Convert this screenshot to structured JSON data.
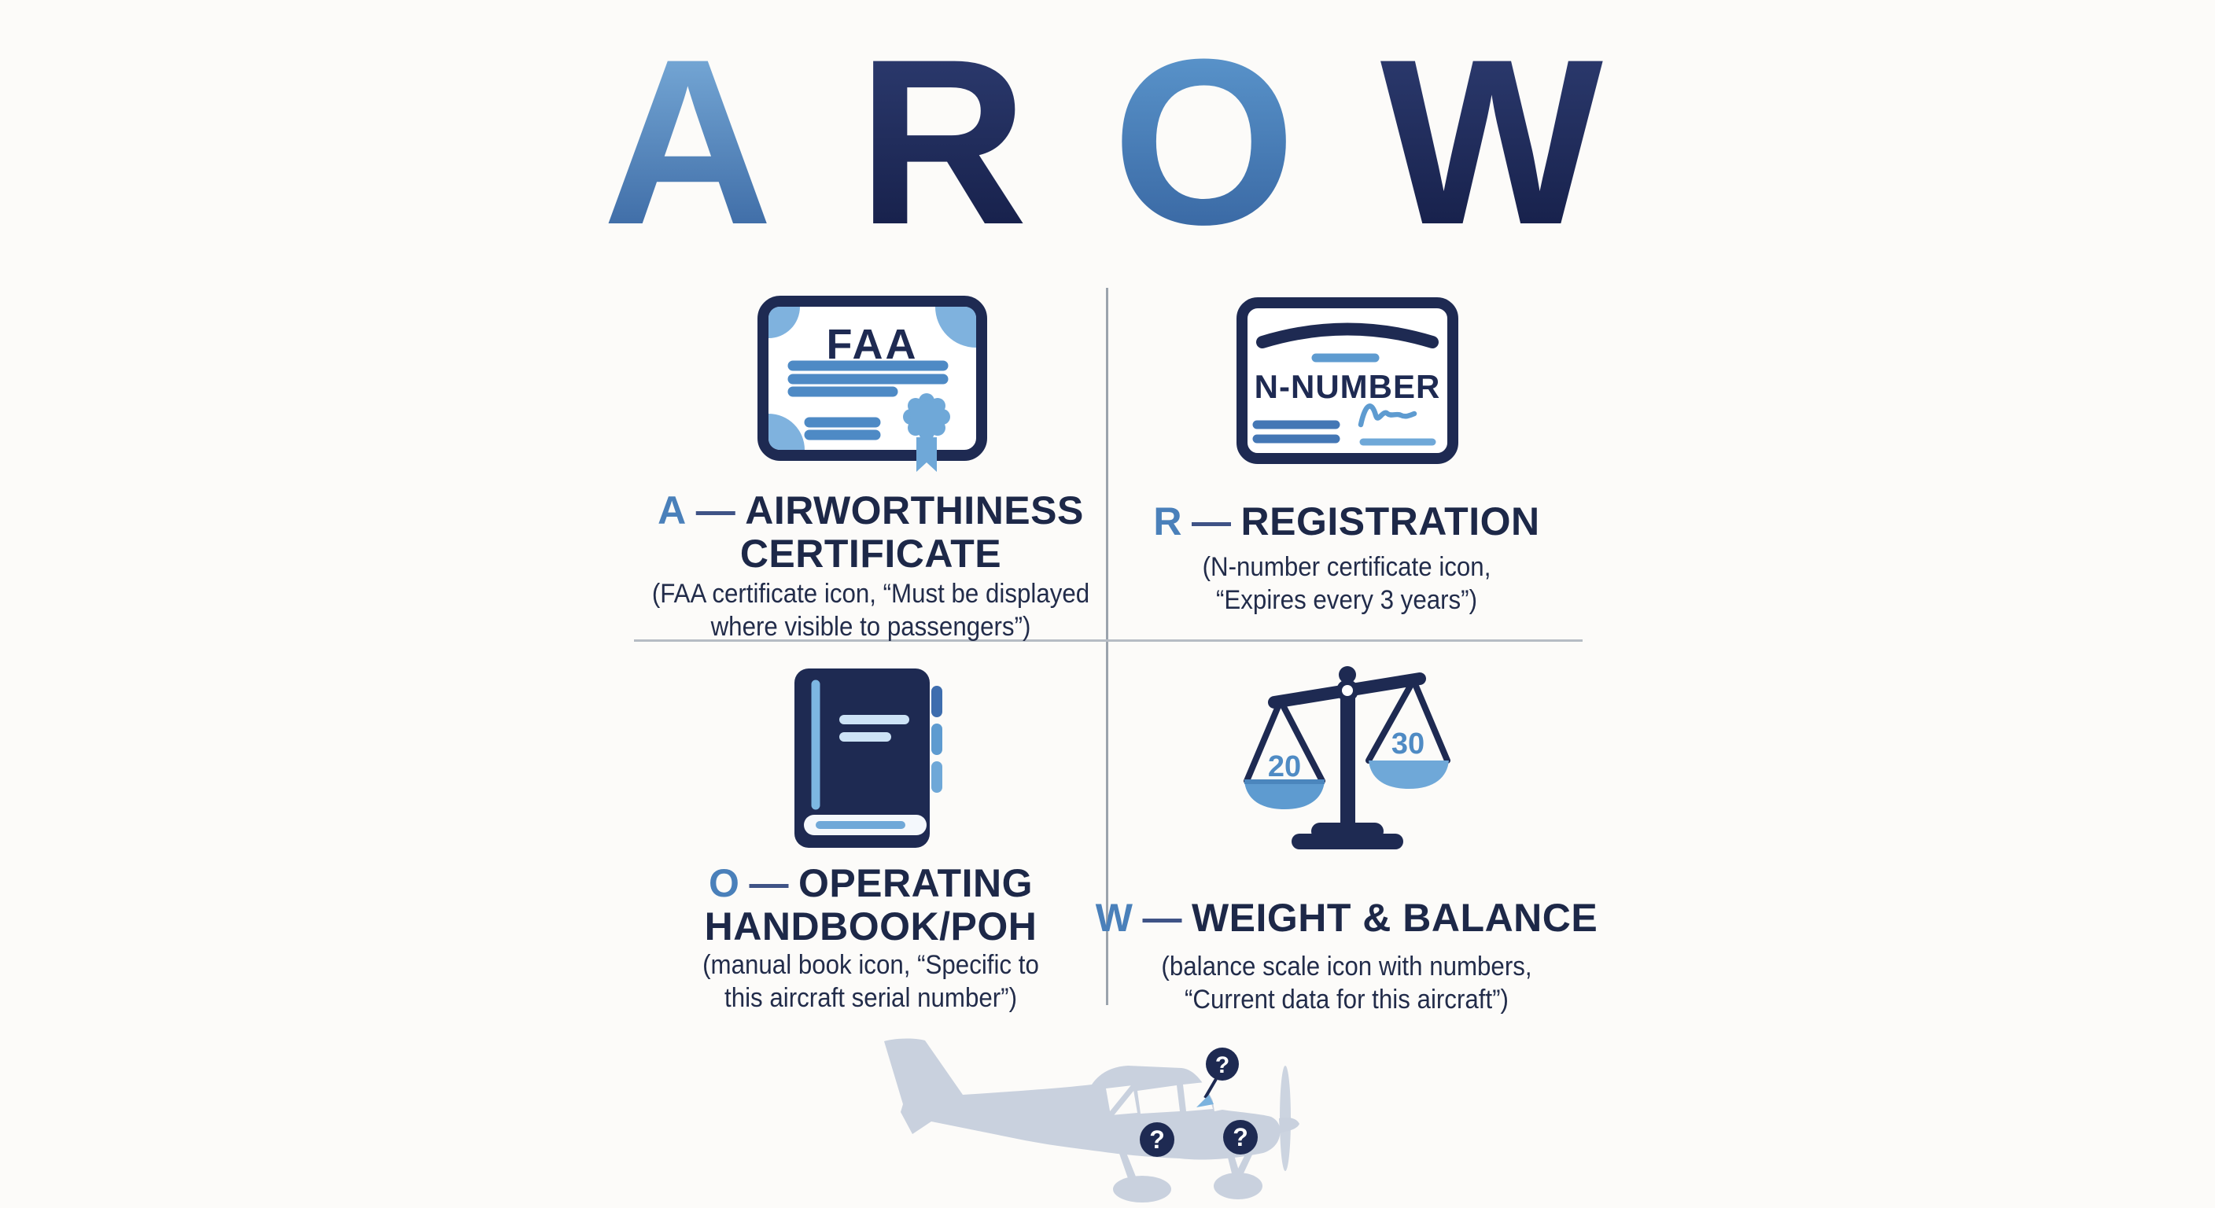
{
  "page": {
    "background": "#fcfbf9"
  },
  "title": {
    "word": "AROW",
    "letters": [
      {
        "char": "A"
      },
      {
        "char": "R"
      },
      {
        "char": "O"
      },
      {
        "char": "W"
      }
    ]
  },
  "quadrants": [
    {
      "letter": "A",
      "dash": "—",
      "title_rest": "AIRWORTHINESS",
      "title_line2": "CERTIFICATE",
      "sub_line1": "(FAA certificate icon, “Must be displayed",
      "sub_line2": "where visible to passengers”)",
      "icon": "faa-certificate-icon",
      "icon_text": "FAA"
    },
    {
      "letter": "R",
      "dash": "—",
      "title_rest": "REGISTRATION",
      "sub_line1": "(N-number certificate icon,",
      "sub_line2": "“Expires every 3 years”)",
      "icon": "n-number-certificate-icon",
      "icon_text": "N-NUMBER"
    },
    {
      "letter": "O",
      "dash": "—",
      "title_rest": "OPERATING",
      "title_line2": "HANDBOOK/POH",
      "sub_line1": "(manual book icon, “Specific to",
      "sub_line2": "this aircraft serial number”)",
      "icon": "manual-book-icon"
    },
    {
      "letter": "W",
      "dash": "—",
      "title_rest": "WEIGHT & BALANCE",
      "sub_line1": "(balance scale icon with numbers,",
      "sub_line2": "“Current data for this aircraft”)",
      "icon": "balance-scale-icon",
      "scale_left": "20",
      "scale_right": "30"
    }
  ],
  "airplane": {
    "icon": "cessna-silhouette-icon",
    "question_mark": "?"
  },
  "colors": {
    "navy": "#1e2a52",
    "accent_blue": "#4e8ac5",
    "light_blue": "#6fa8d8",
    "pale_blue": "#cde3f6",
    "airplane_gray": "#c9d1de",
    "divider_gray": "#b6bcc4"
  }
}
